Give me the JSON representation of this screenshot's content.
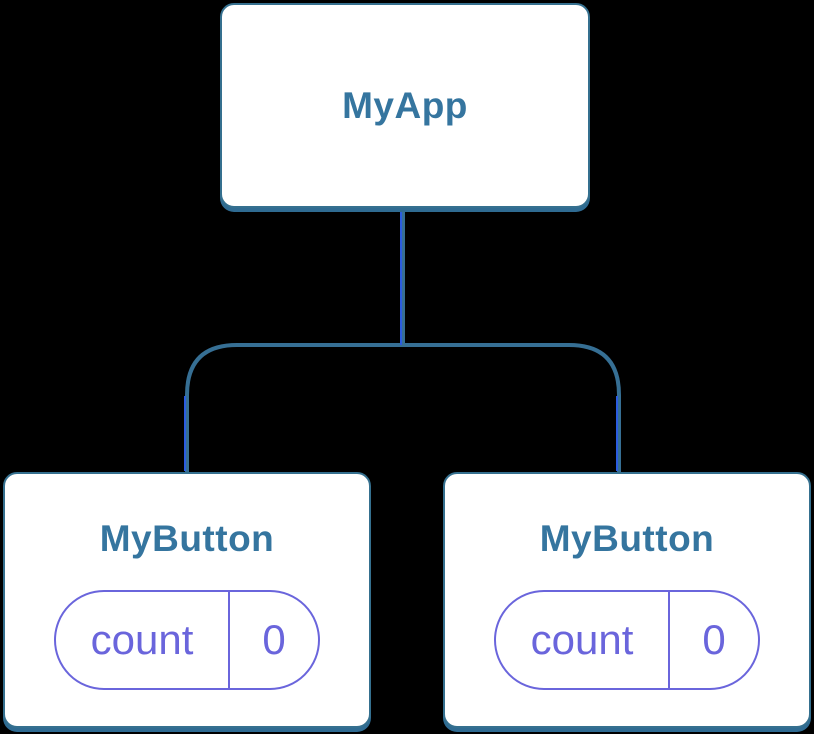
{
  "diagram": {
    "description": "React component tree diagram",
    "background": "#000000",
    "colors": {
      "box_fill": "#ffffff",
      "box_border": "#35708F",
      "box_shadow": "#2F6B92",
      "title_text": "#35759F",
      "pill_purple": "#6A65DC",
      "connector": "#366F94",
      "connector_highlight": "#2B5CE0"
    },
    "tree": {
      "root": {
        "label": "MyApp"
      },
      "children": [
        {
          "label": "MyButton",
          "state": {
            "name": "count",
            "value": "0"
          }
        },
        {
          "label": "MyButton",
          "state": {
            "name": "count",
            "value": "0"
          }
        }
      ]
    }
  }
}
